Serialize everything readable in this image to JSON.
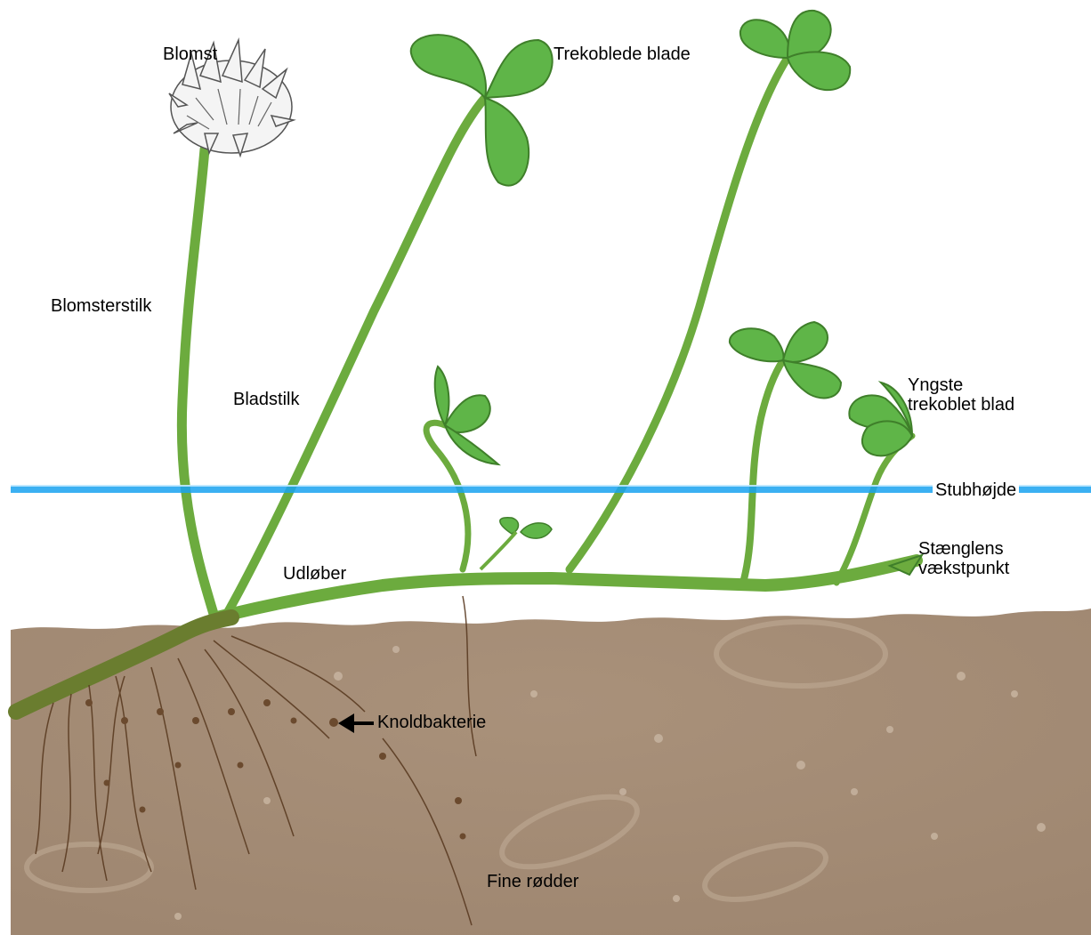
{
  "labels": {
    "flower": "Blomst",
    "trifoliate_leaves": "Trekoblede blade",
    "flower_stalk": "Blomsterstilk",
    "leaf_stalk": "Bladstilk",
    "youngest_leaf_line1": "Yngste",
    "youngest_leaf_line2": "trekoblet blad",
    "stubble_height": "Stubhøjde",
    "stolon": "Udløber",
    "growing_point_line1": "Stænglens",
    "growing_point_line2": "vækstpunkt",
    "nodule_bacteria": "Knoldbakterie",
    "fine_roots": "Fine rødder"
  },
  "colors": {
    "soil": "#a68d74",
    "leaf": "#5fb548",
    "leaf_dark": "#3f7f2a",
    "stem": "#6cab3e",
    "stolon_base": "#6a7d2f",
    "root": "#5a3b22",
    "nodule": "#6b4a2e",
    "stubble_line": "#19a3f0",
    "flower": "#f4f4f4"
  }
}
